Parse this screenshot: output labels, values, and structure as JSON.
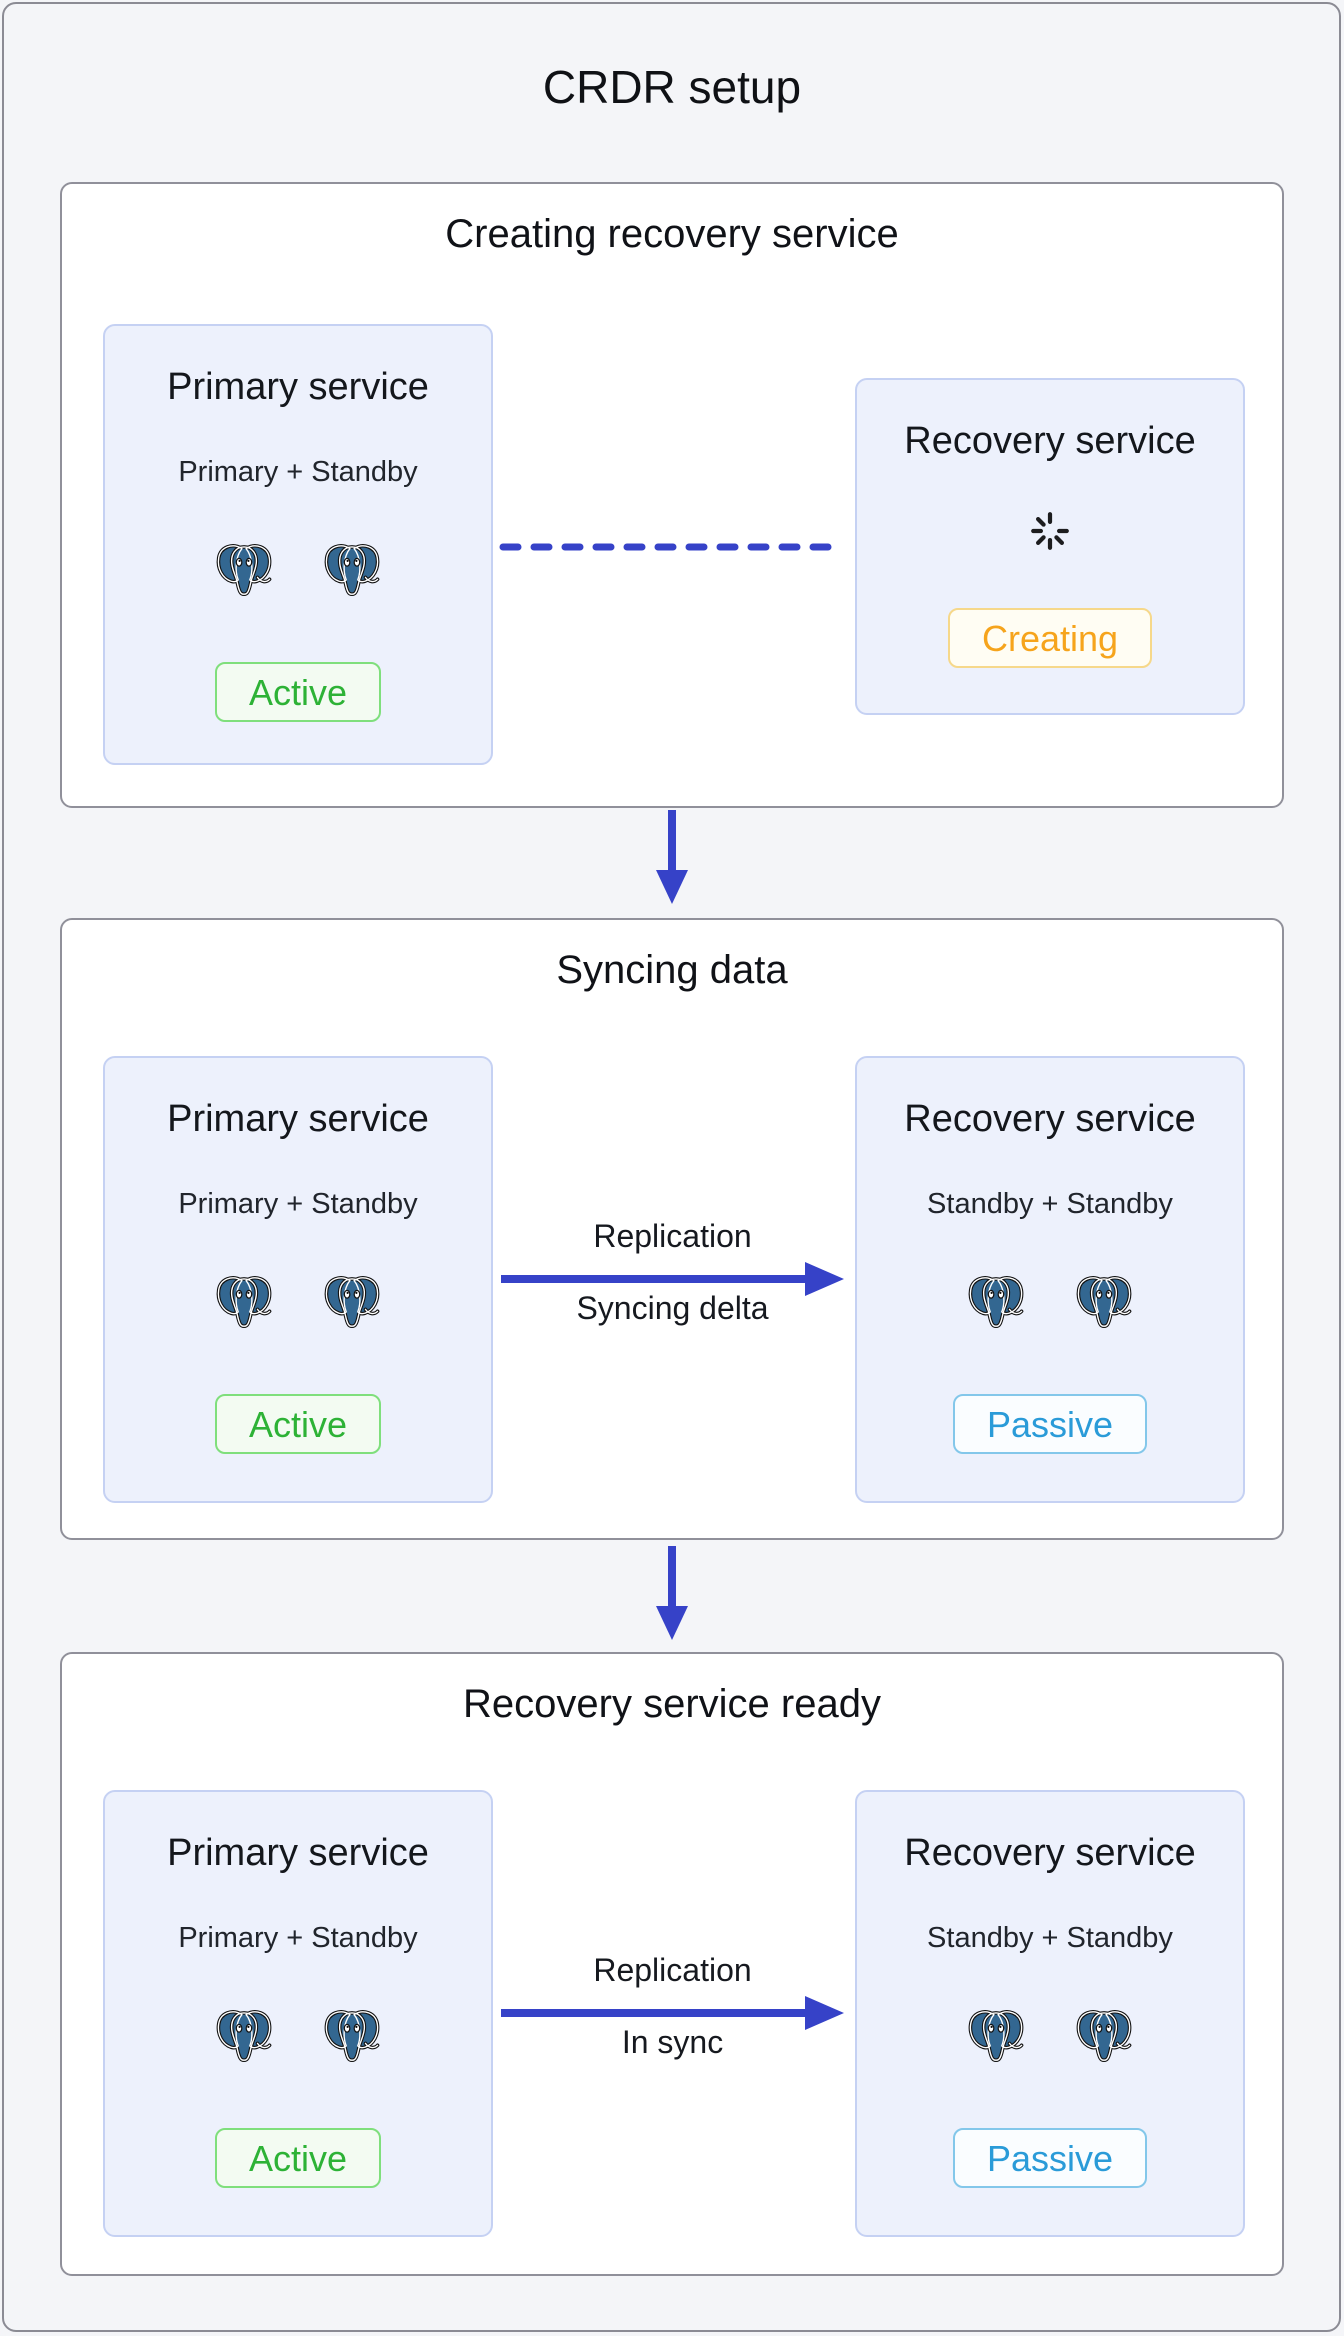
{
  "page": {
    "title": "CRDR setup"
  },
  "colors": {
    "accent_blue": "#3642c8",
    "postgres_blue": "#336791",
    "active_green": "#2db236",
    "creating_orange": "#f6a41c",
    "passive_blue": "#2a9bd8",
    "card_background": "#edf1fc",
    "card_border": "#c5d1f3",
    "panel_border": "#90909a",
    "page_background": "#f4f5f8"
  },
  "icons": {
    "postgres": "postgresql-elephant",
    "spinner": "loading-spinner",
    "flow": "down-arrow",
    "replication": "right-arrow"
  },
  "stages": [
    {
      "heading": "Creating recovery service",
      "primary": {
        "title": "Primary service",
        "subtitle": "Primary + Standby",
        "badge": "Active",
        "instances": 2
      },
      "recovery": {
        "title": "Recovery service",
        "badge": "Creating"
      },
      "connector": {
        "style": "dashed",
        "label_top": "",
        "label_bottom": ""
      }
    },
    {
      "heading": "Syncing data",
      "primary": {
        "title": "Primary service",
        "subtitle": "Primary + Standby",
        "badge": "Active",
        "instances": 2
      },
      "recovery": {
        "title": "Recovery service",
        "subtitle": "Standby + Standby",
        "badge": "Passive",
        "instances": 2
      },
      "connector": {
        "style": "solid-arrow",
        "label_top": "Replication",
        "label_bottom": "Syncing delta"
      }
    },
    {
      "heading": "Recovery service ready",
      "primary": {
        "title": "Primary service",
        "subtitle": "Primary + Standby",
        "badge": "Active",
        "instances": 2
      },
      "recovery": {
        "title": "Recovery service",
        "subtitle": "Standby + Standby",
        "badge": "Passive",
        "instances": 2
      },
      "connector": {
        "style": "solid-arrow",
        "label_top": "Replication",
        "label_bottom": "In sync"
      }
    }
  ]
}
